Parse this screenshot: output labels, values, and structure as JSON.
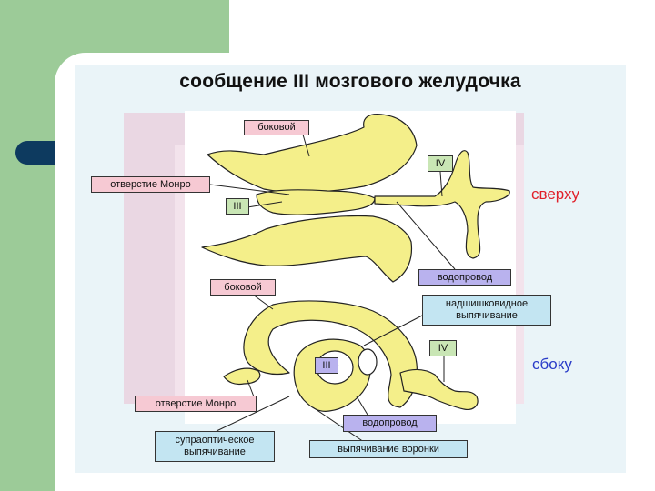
{
  "title": "сообщение III мозгового желудочка",
  "views": {
    "top": "сверху",
    "side": "сбоку"
  },
  "labels": {
    "lateral_top": "боковой",
    "monro_top": "отверстие Монро",
    "third_top": "III",
    "fourth_top": "IV",
    "aqueduct_top": "водопровод",
    "lateral_side": "боковой",
    "suprapineal": "надшишковидное выпячивание",
    "fourth_side": "IV",
    "third_side": "III",
    "monro_side": "отверстие Монро",
    "aqueduct_side": "водопровод",
    "supraoptic": "супраоптическое выпячивание",
    "infundibulum": "выпячивание воронки"
  },
  "colors": {
    "background_green": "#9ccb98",
    "navy": "#0d3a5f",
    "ventricle_fill": "#f4ef8a",
    "label_pink": "#f6c9d3",
    "label_green": "#c9e6b5",
    "label_blue": "#b9b2ee",
    "label_cyan": "#c3e5f2",
    "view_red": "#e0202a",
    "view_blue": "#2a3cc8"
  }
}
